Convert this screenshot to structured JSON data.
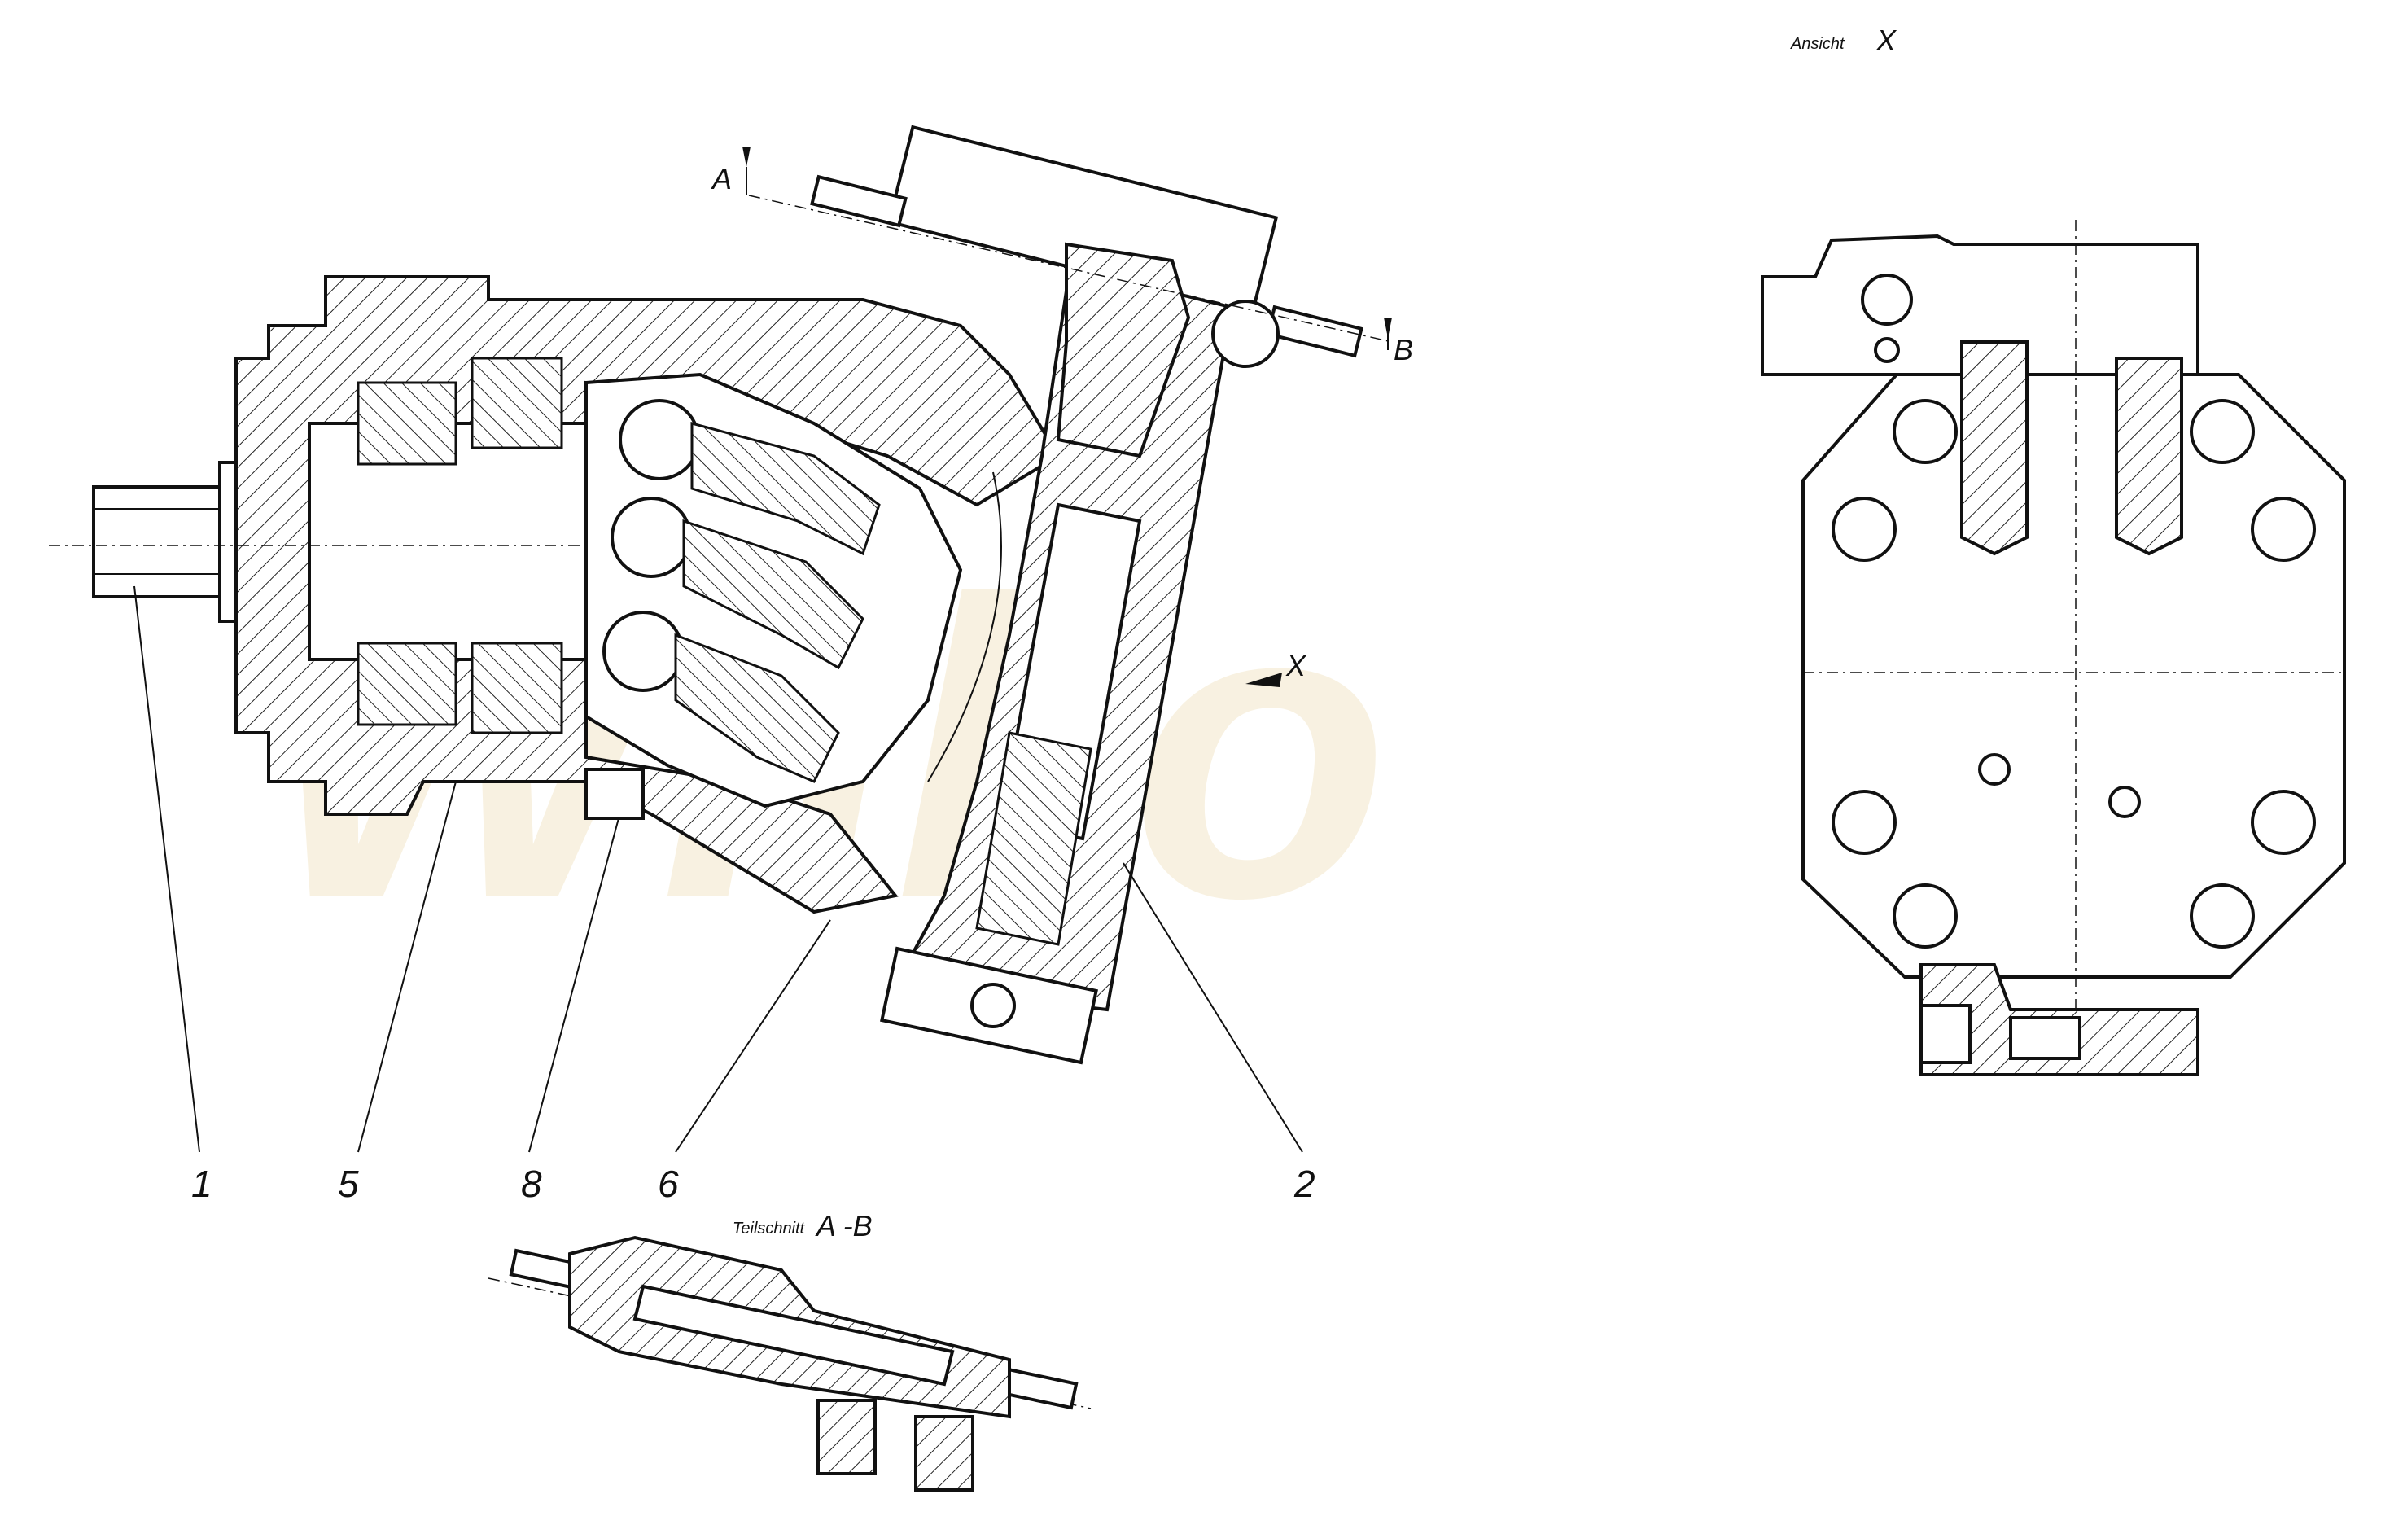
{
  "view_x": {
    "label": "Ansicht",
    "letter": "X"
  },
  "section_ab": {
    "label": "Teilschnitt",
    "letters": "A -B"
  },
  "markers": {
    "a": "A",
    "b": "B",
    "x": "X"
  },
  "callouts": [
    {
      "id": "1",
      "text": "1"
    },
    {
      "id": "5",
      "text": "5"
    },
    {
      "id": "8",
      "text": "8"
    },
    {
      "id": "6",
      "text": "6"
    },
    {
      "id": "2",
      "text": "2"
    }
  ],
  "watermark": {
    "text": "WIlko",
    "color": "#f3e7c9"
  },
  "colors": {
    "ink": "#111111",
    "paper": "#ffffff"
  }
}
